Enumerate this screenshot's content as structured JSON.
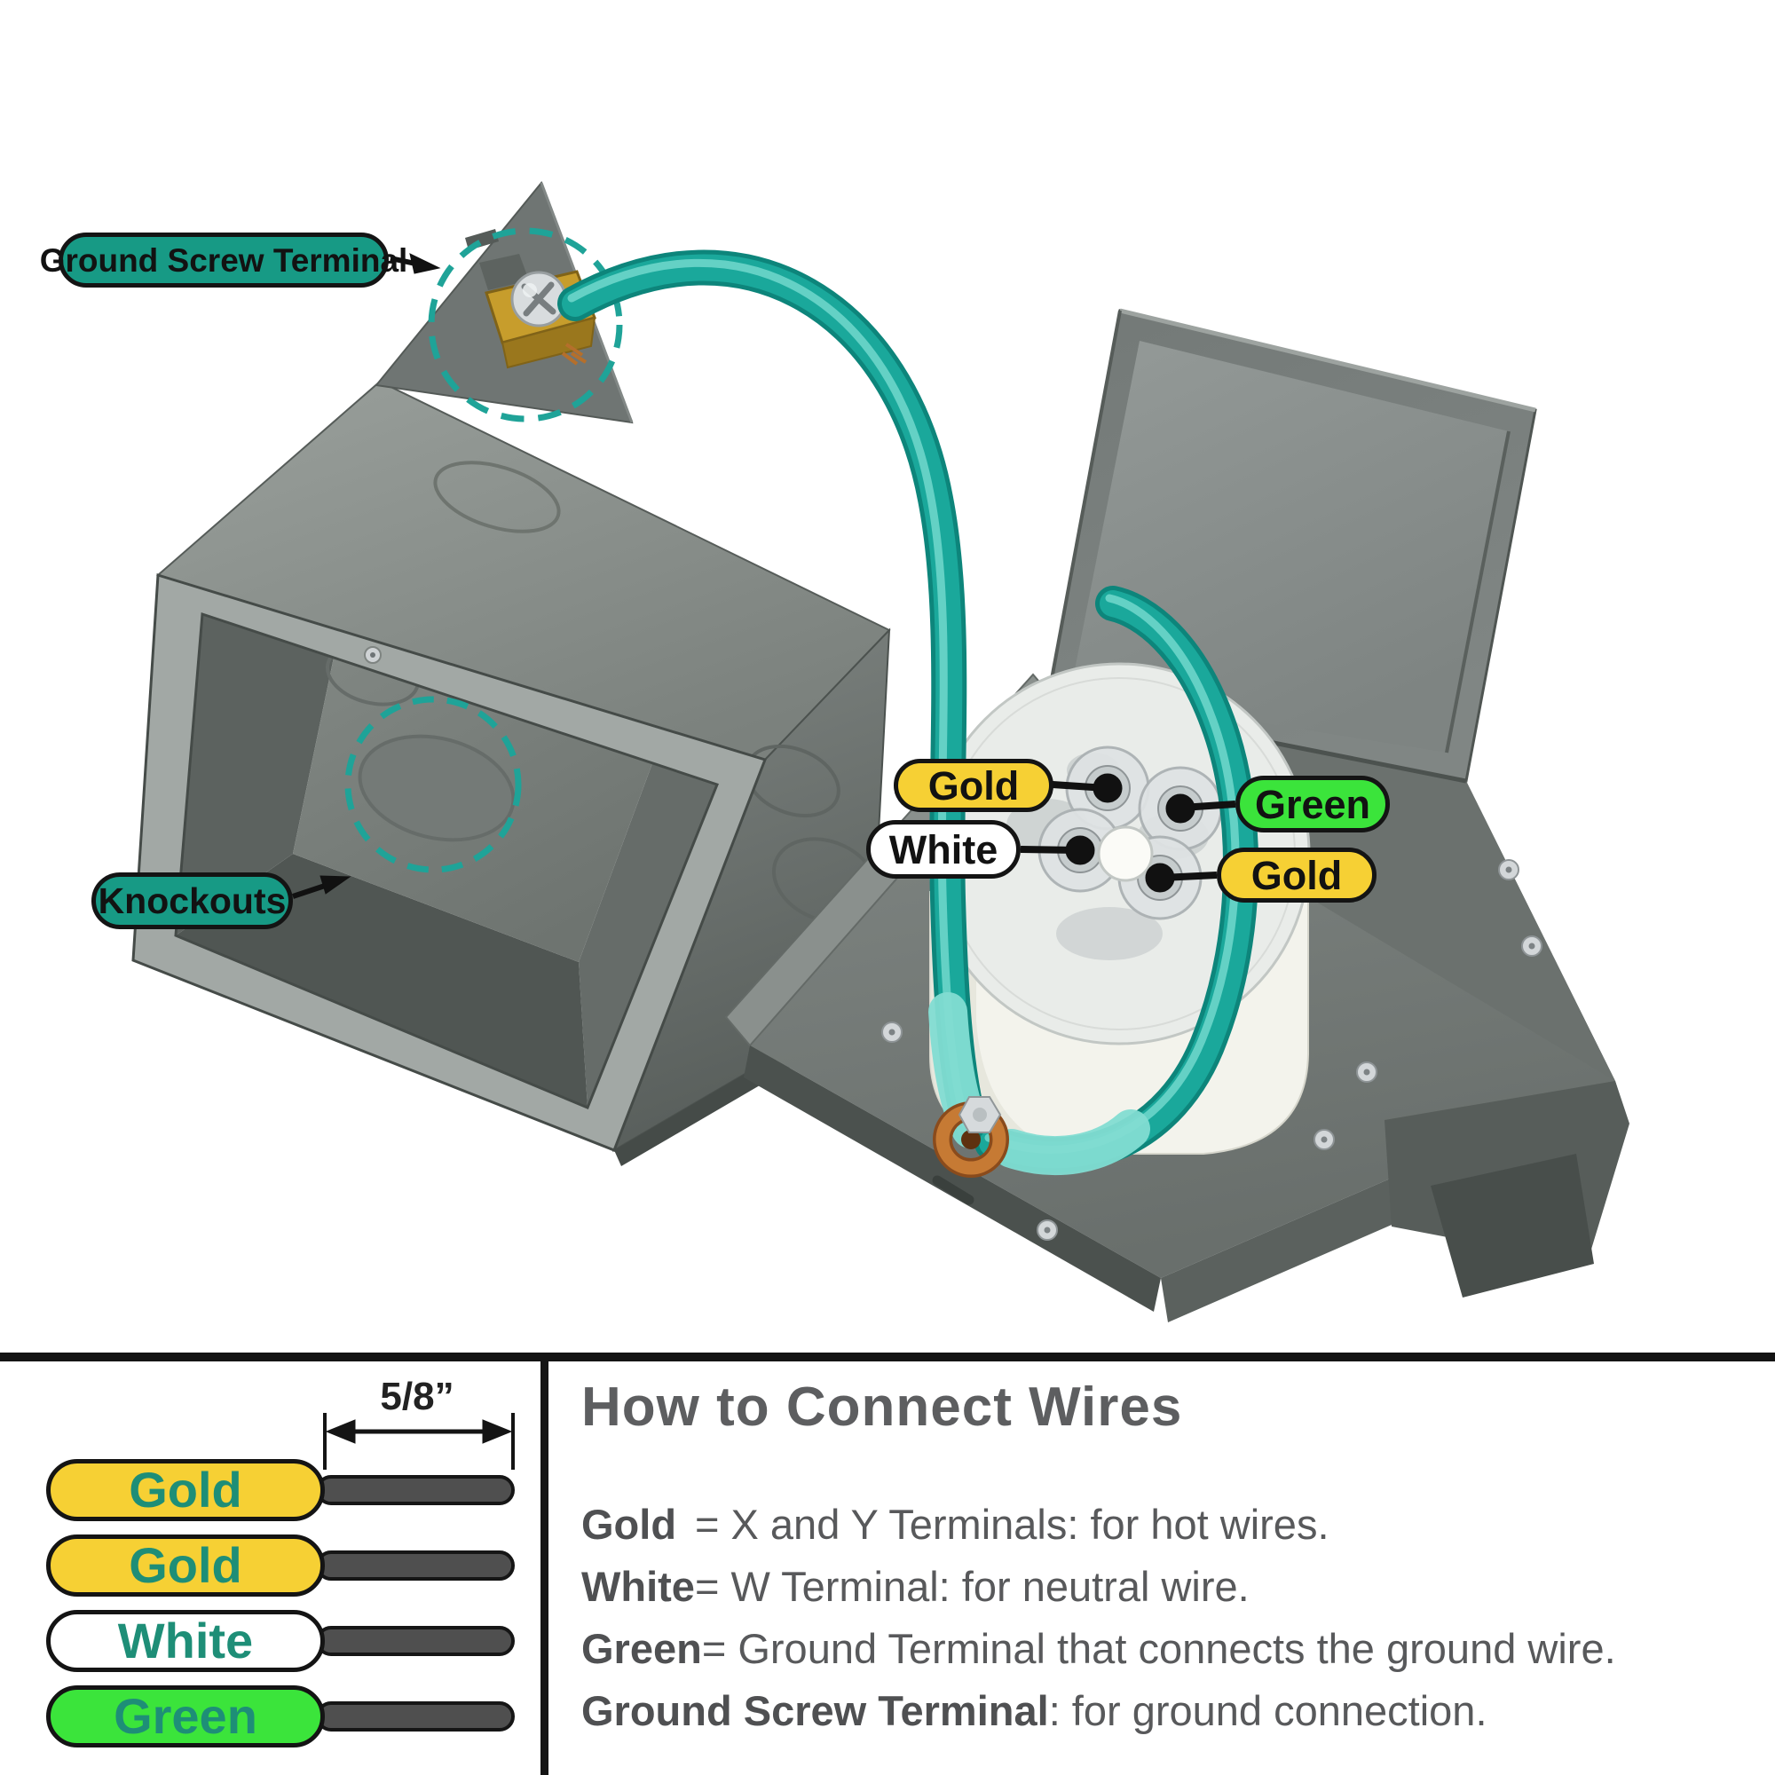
{
  "diagram": {
    "callouts": {
      "ground_screw_terminal": "Ground Screw Terminal",
      "knockouts": "Knockouts",
      "gold_top": "Gold",
      "green": "Green",
      "white": "White",
      "gold_bottom": "Gold"
    },
    "colors": {
      "callout_teal": "#179A85",
      "callout_yellow": "#F6D034",
      "callout_green": "#3BE43B",
      "callout_white": "#FFFFFF",
      "wire_teal": "#1AA89B",
      "metal_gray": "#7A8080",
      "bare_wire_gray": "#4F4F4F",
      "text_gray": "#58595B"
    }
  },
  "legend": {
    "dimension": "5/8”",
    "wires": [
      {
        "label": "Gold",
        "color": "#F6D034"
      },
      {
        "label": "Gold",
        "color": "#F6D034"
      },
      {
        "label": "White",
        "color": "#FFFFFF"
      },
      {
        "label": "Green",
        "color": "#3BE43B"
      }
    ]
  },
  "instructions": {
    "title": "How to Connect Wires",
    "lines": [
      {
        "term": "Gold",
        "desc": "= X and Y Terminals: for hot wires."
      },
      {
        "term": "White",
        "desc": "= W Terminal: for neutral wire."
      },
      {
        "term": "Green",
        "desc": "= Ground Terminal that connects the ground wire."
      },
      {
        "term": "Ground Screw Terminal",
        "desc": ": for ground connection."
      }
    ]
  }
}
